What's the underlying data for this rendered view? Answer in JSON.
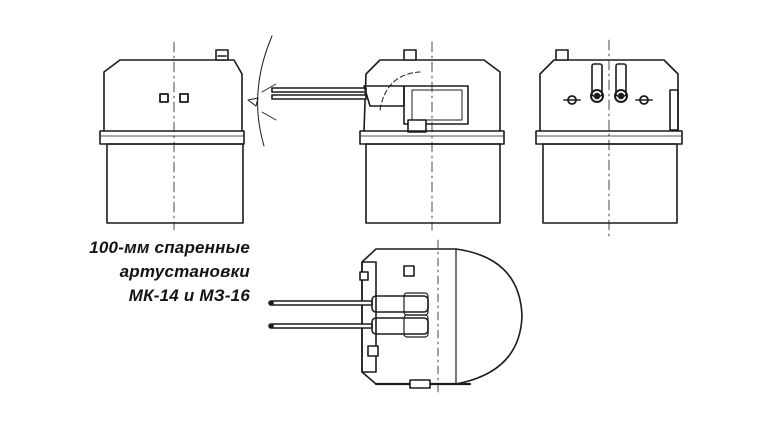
{
  "caption": {
    "line1": "100-мм спаренные",
    "line2": "артустановки",
    "line3": "МК-14 и МЗ-16"
  }
}
